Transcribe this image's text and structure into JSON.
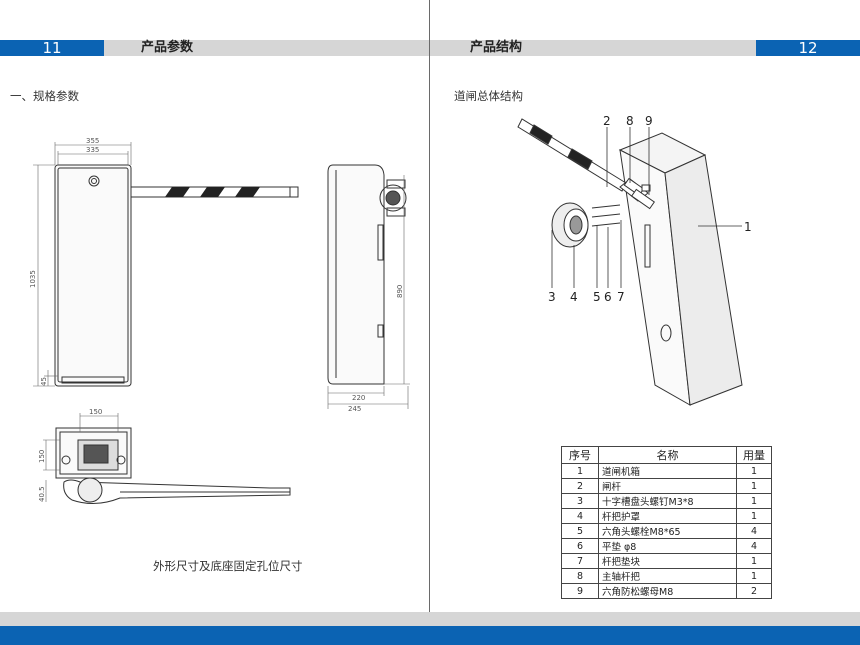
{
  "left_page": {
    "page_number": "11",
    "header_title": "产品参数",
    "section_title": "一、规格参数",
    "figure_caption": "外形尺寸及底座固定孔位尺寸",
    "dimensions": {
      "top_outer": "355",
      "top_inner": "335",
      "height_total": "1035",
      "height_bottom": "45",
      "side_height": "890",
      "side_depth_outer": "245",
      "side_depth_inner": "220",
      "base_width": "150",
      "base_depth": "150",
      "base_offset": "40.5"
    }
  },
  "right_page": {
    "page_number": "12",
    "header_title": "产品结构",
    "section_title": "道闸总体结构",
    "callouts": [
      "1",
      "2",
      "3",
      "4",
      "5",
      "6",
      "7",
      "8",
      "9"
    ],
    "table": {
      "headers": [
        "序号",
        "名称",
        "用量"
      ],
      "rows": [
        {
          "no": "1",
          "name": "道闸机箱",
          "qty": "1"
        },
        {
          "no": "2",
          "name": "闸杆",
          "qty": "1"
        },
        {
          "no": "3",
          "name": "十字槽盘头螺钉M3*8",
          "qty": "1"
        },
        {
          "no": "4",
          "name": "杆把护罩",
          "qty": "1"
        },
        {
          "no": "5",
          "name": "六角头螺栓M8*65",
          "qty": "4"
        },
        {
          "no": "6",
          "name": "平垫 φ8",
          "qty": "4"
        },
        {
          "no": "7",
          "name": "杆把垫块",
          "qty": "1"
        },
        {
          "no": "8",
          "name": "主轴杆把",
          "qty": "1"
        },
        {
          "no": "9",
          "name": "六角防松螺母M8",
          "qty": "2"
        }
      ]
    }
  },
  "colors": {
    "accent_blue": "#0b63b3",
    "header_gray": "#d6d6d6"
  }
}
